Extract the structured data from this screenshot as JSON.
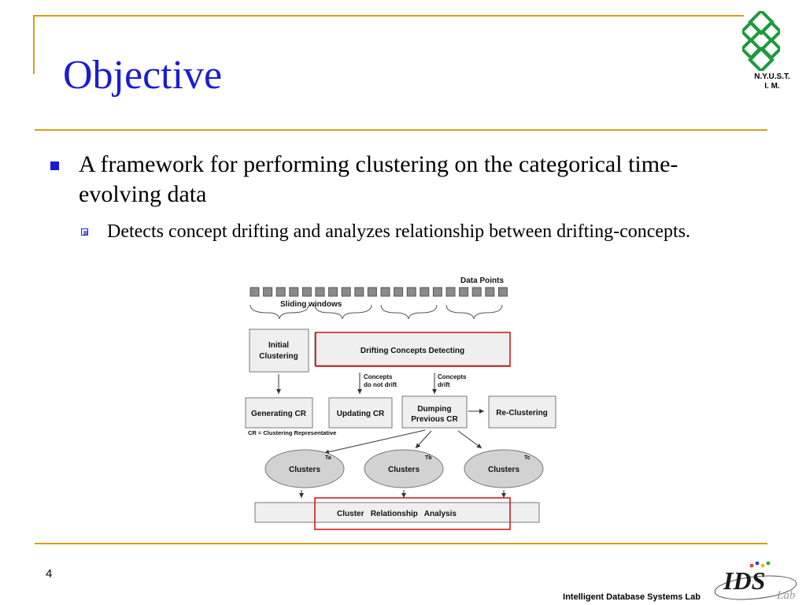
{
  "slide": {
    "title": "Objective",
    "bullets": [
      {
        "text": "A framework for performing clustering on the categorical time-evolving data",
        "sub": [
          {
            "text": "Detects concept drifting and analyzes relationship between drifting-concepts."
          }
        ]
      }
    ],
    "page_number": "4",
    "footer": "Intelligent Database Systems Lab"
  },
  "corner": {
    "institution_line1": "N.Y.U.S.T.",
    "institution_line2": "I. M."
  },
  "logo": {
    "text": "IDS",
    "subtext": "Lab"
  },
  "colors": {
    "title": "#1c1cd6",
    "accent_line": "#d4a017",
    "bullet": "#1a1ad0",
    "highlight": "#cc1111",
    "emblem": "#1e9a3c"
  },
  "diagram": {
    "data_points_label": "Data Points",
    "sliding_windows_label": "Sliding windows",
    "initial_clustering": [
      "Initial",
      "Clustering"
    ],
    "drifting_detecting": "Drifting Concepts Detecting",
    "no_drift": [
      "Concepts",
      "do not drift"
    ],
    "drift": [
      "Concepts",
      "drift"
    ],
    "generating_cr": "Generating CR",
    "updating_cr": "Updating CR",
    "dumping_cr": [
      "Dumping",
      "Previous CR"
    ],
    "re_clustering": "Re-Clustering",
    "cr_note": "CR = Clustering Representative",
    "clusters": [
      {
        "label": "Clusters",
        "tag": "Ta"
      },
      {
        "label": "Clusters",
        "tag": "Tb"
      },
      {
        "label": "Clusters",
        "tag": "Tc"
      }
    ],
    "relationship_analysis": "Cluster   Relationship   Analysis"
  }
}
